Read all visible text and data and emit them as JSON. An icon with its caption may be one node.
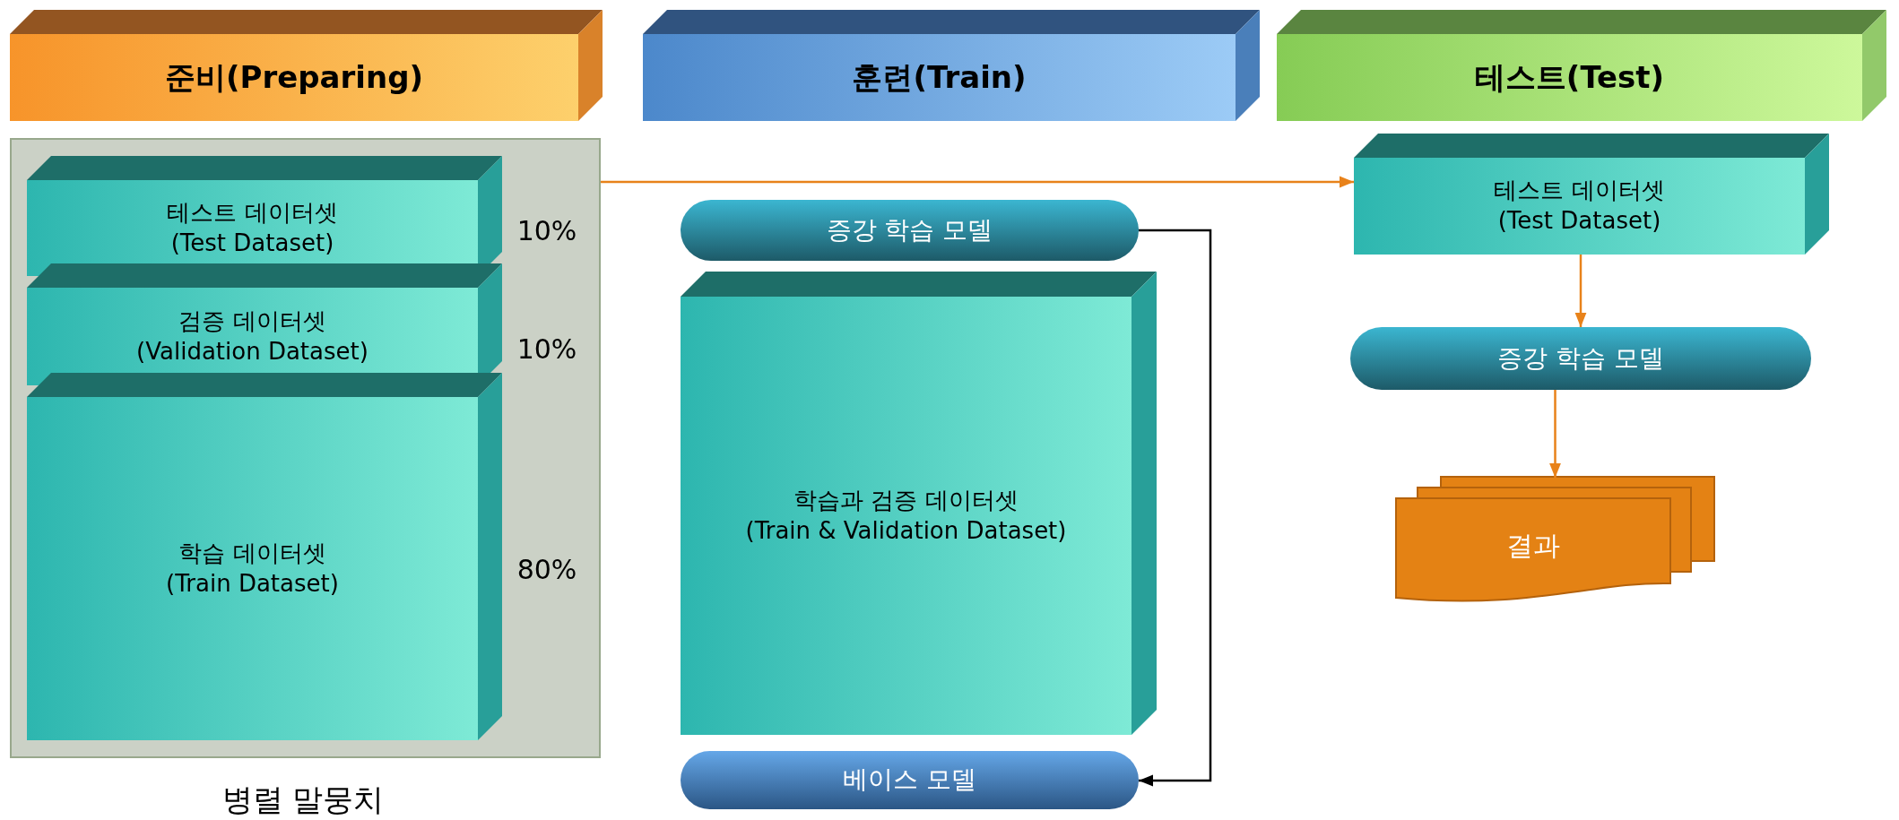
{
  "diagram": {
    "nodes": [
      {
        "text": [
          "준비(Preparing)"
        ]
      },
      {
        "text": [
          "훈련(Train)"
        ]
      },
      {
        "text": [
          "테스트(Test)"
        ]
      },
      {
        "text": [],
        "shape": "box",
        "beside": [
          "병렬 말뭉치"
        ]
      },
      {
        "text": [
          "테스트 데이터셋",
          "(Test Dataset)"
        ],
        "in": 3,
        "beside": [
          "10%"
        ]
      },
      {
        "text": [
          "검증 데이터셋",
          "(Validation Dataset)"
        ],
        "in": 3,
        "beside": [
          "10%"
        ]
      },
      {
        "text": [
          "학습 데이터셋",
          "(Train Dataset)"
        ],
        "in": 3,
        "beside": [
          "80%"
        ]
      },
      {
        "text": [
          "증강 학습 모델"
        ]
      },
      {
        "text": [
          "학습과 검증 데이터셋",
          "(Train & Validation Dataset)"
        ]
      },
      {
        "text": [
          "베이스 모델"
        ]
      },
      {
        "text": [
          "테스트 데이터셋",
          "(Test Dataset)"
        ]
      },
      {
        "text": [
          "증강 학습 모델"
        ]
      },
      {
        "text": [
          "결과"
        ]
      }
    ],
    "edges": [
      {
        "from": 3,
        "to": 10,
        "arrow": "to"
      },
      {
        "from": 10,
        "to": 11,
        "arrow": "to"
      },
      {
        "from": 11,
        "to": 12,
        "arrow": "to"
      },
      {
        "from": 7,
        "to": 9,
        "arrow": "to",
        "color": "#000000"
      }
    ]
  }
}
